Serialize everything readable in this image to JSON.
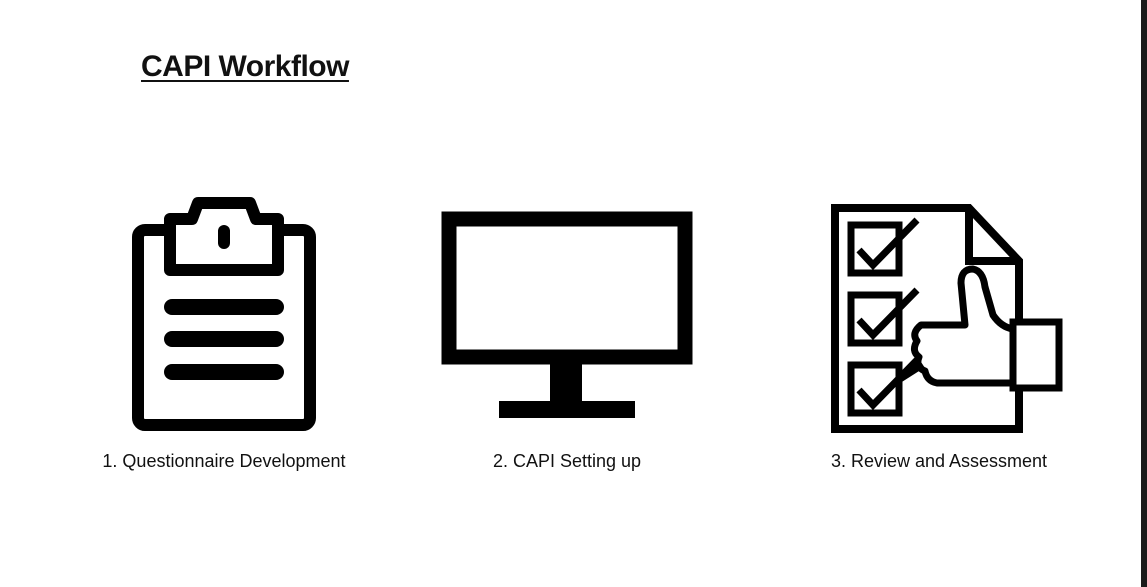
{
  "title": "CAPI Workflow",
  "steps": [
    {
      "label": "1. Questionnaire Development",
      "icon": "clipboard-icon"
    },
    {
      "label": "2. CAPI Setting up",
      "icon": "monitor-icon"
    },
    {
      "label": "3. Review and Assessment",
      "icon": "checklist-thumbs-up-icon"
    }
  ]
}
